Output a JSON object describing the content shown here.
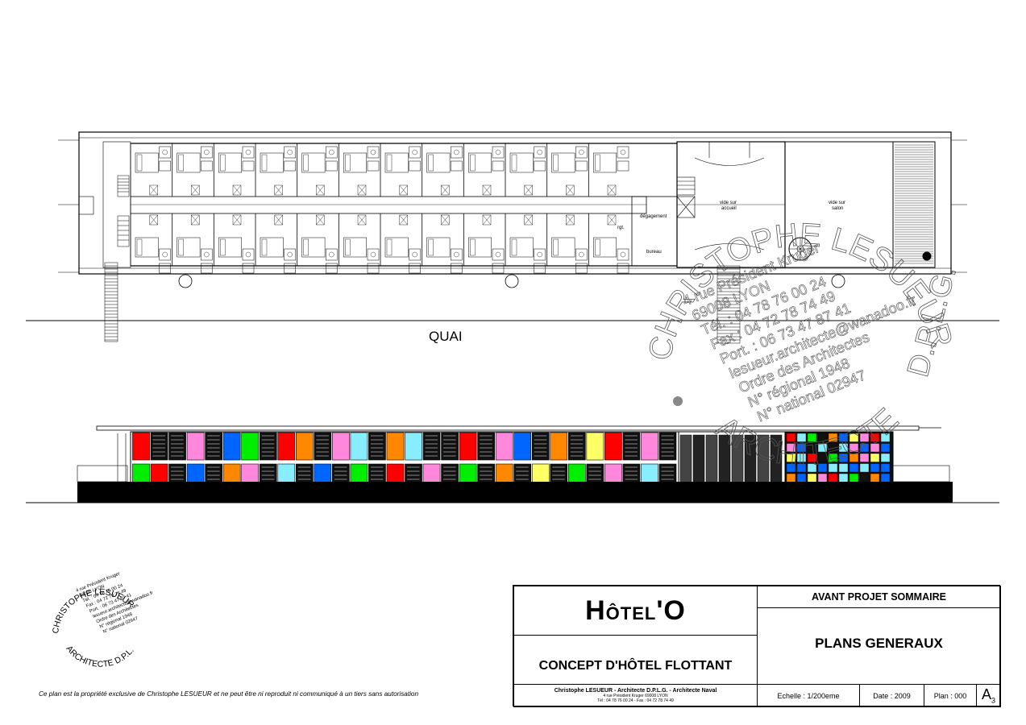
{
  "plan": {
    "quai_label": "QUAI",
    "rooms_upper_count": 12,
    "rooms_lower_count": 12,
    "labels": {
      "degagement": "dégagement",
      "rgt": "rgt.",
      "bureau": "bureau",
      "vide_accueil_1": "vide sur",
      "vide_accueil_2": "accueil",
      "vide_salon_1": "vide sur",
      "vide_salon_2": "salon"
    }
  },
  "elevation": {
    "colors": {
      "red": "#ff0000",
      "blue": "#0066ff",
      "green": "#00ee00",
      "pink": "#ff88dd",
      "orange": "#ff8800",
      "cyan": "#88eeff",
      "yellow": "#ffff66",
      "black": "#111111"
    },
    "upper_row": [
      "red",
      "black",
      "black",
      "pink",
      "black",
      "blue",
      "green",
      "black",
      "red",
      "orange",
      "black",
      "pink",
      "cyan",
      "black",
      "orange",
      "cyan",
      "black",
      "black",
      "red",
      "black",
      "pink",
      "blue",
      "black",
      "orange",
      "black",
      "yellow",
      "red",
      "black",
      "pink",
      "black"
    ],
    "lower_row": [
      "green",
      "red",
      "black",
      "blue",
      "black",
      "orange",
      "pink",
      "black",
      "cyan",
      "black",
      "blue",
      "black",
      "green",
      "black",
      "red",
      "black",
      "pink",
      "black",
      "green",
      "black",
      "orange",
      "black",
      "yellow",
      "black",
      "green",
      "black",
      "pink",
      "black",
      "cyan",
      "black"
    ]
  },
  "watermark": {
    "name": "CHRISTOPHE LESUEUR",
    "architect": "ARCHITECTE",
    "dplg": "D.P.L.G.",
    "lines": [
      "4 rue Président Kruger",
      "69008 LYON",
      "Tél. : 04 78 76 00 24",
      "Fax : 04 72 78 74 49",
      "Port. : 06 73 47 87 41",
      "lesueur.architecte@wanadoo.fr",
      "Ordre des Architectes",
      "N° régional 1948",
      "N° national 02947"
    ]
  },
  "stamp": {
    "name": "CHRISTOPHE LESUEUR",
    "architect": "ARCHITECTE D.P.L.G.",
    "lines": [
      "4 rue Président Kruger",
      "69008 LYON",
      "Tél. : 04 78 76 00 24",
      "Fax : 04 72 78 74 49",
      "Port. : 06 73 47 87 41",
      "lesueur.architecte@wanadoo.fr",
      "Ordre des Architectes",
      "N° régional 1948",
      "N° national 02947"
    ]
  },
  "disclaimer": "Ce plan est la propriété exclusive de Christophe LESUEUR et ne peut être ni reproduit ni communiqué à un tiers sans autorisation",
  "title_block": {
    "hotel_cap": "H",
    "hotel_small": "ÔTEL",
    "hotel_tail": "'O",
    "concept": "CONCEPT D'HÔTEL FLOTTANT",
    "phase": "AVANT PROJET SOMMAIRE",
    "plans": "PLANS GENERAUX",
    "credit_line1": "Christophe LESUEUR - Architecte D.P.L.G. - Architecte Naval",
    "credit_line2": "4 rue Président Kruger 69008 LYON",
    "credit_line3": "Tél : 04 78 76 00 24 - Fax : 04 72 78 74 49",
    "scale": "Echelle : 1/200eme",
    "date": "Date : 2009",
    "plan_no": "Plan : 000",
    "format_letter": "A",
    "format_number": "3"
  }
}
